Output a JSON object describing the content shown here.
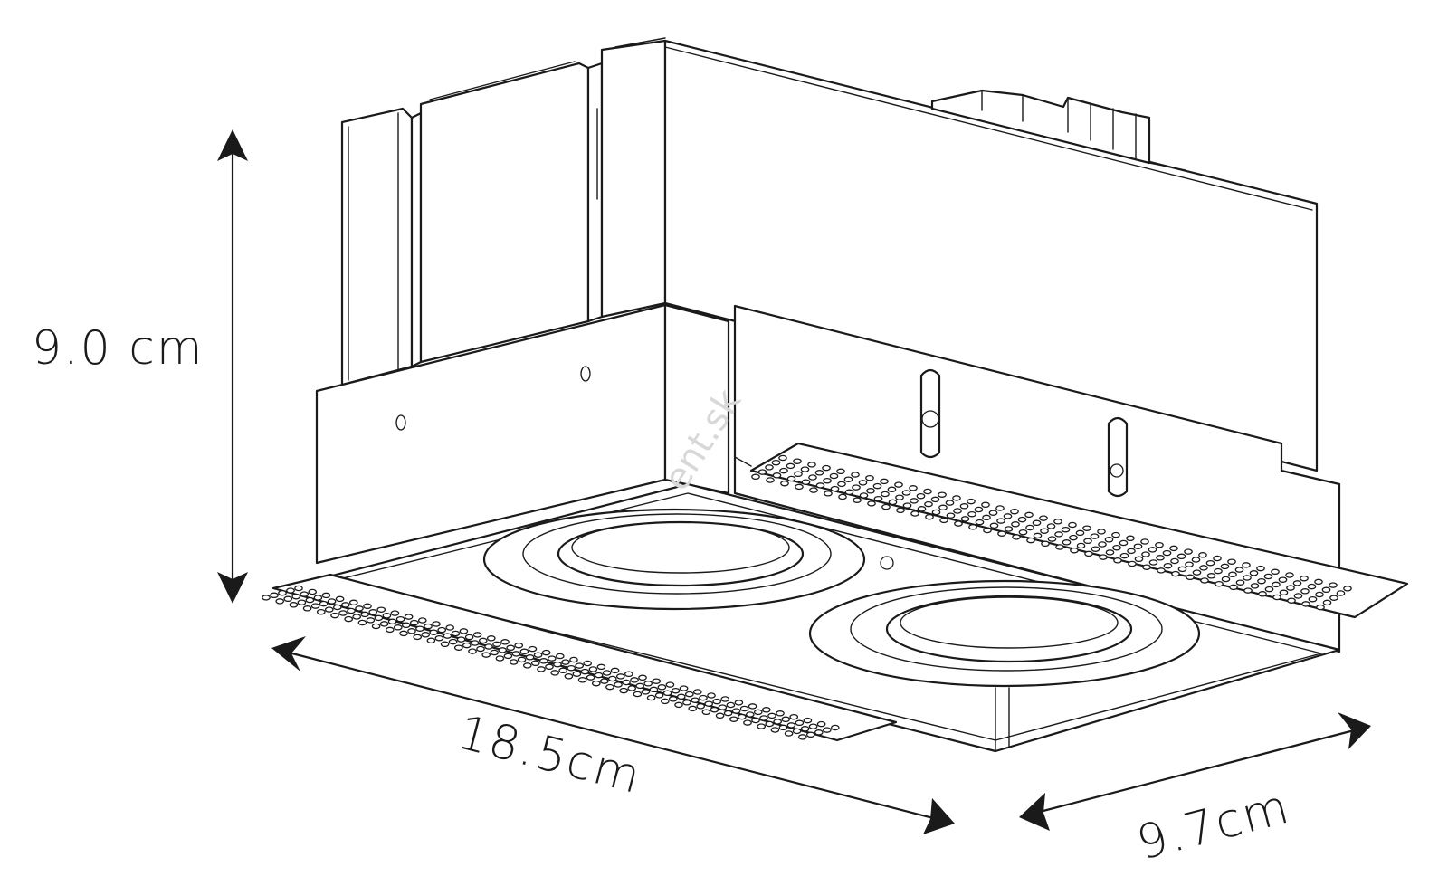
{
  "dimensions": {
    "height": "9.0 cm",
    "length": "18.5cm",
    "depth": "9.7cm"
  },
  "watermark": "ent.sk"
}
